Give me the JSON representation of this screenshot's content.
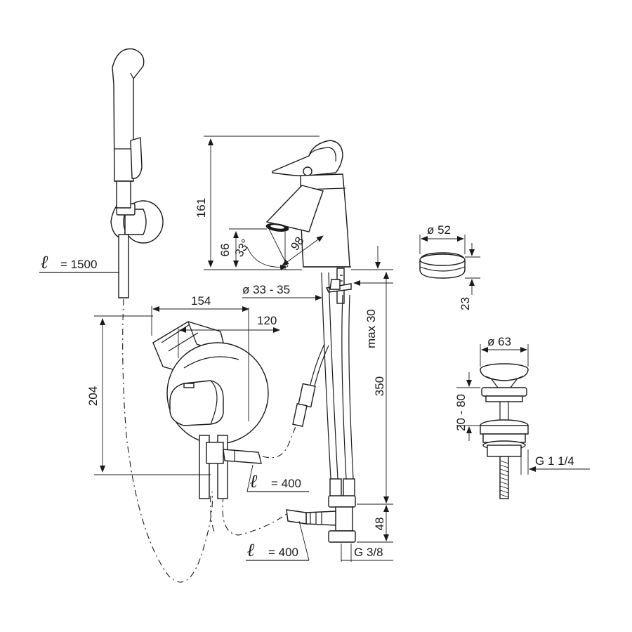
{
  "diagram": {
    "hose_length_label": {
      "symbol": "ℓ",
      "value": "= 1500"
    },
    "connection_length_label_1": {
      "symbol": "ℓ",
      "value": "= 400"
    },
    "connection_length_label_2": {
      "symbol": "ℓ",
      "value": "= 400"
    },
    "dimensions": {
      "faucet_height": "161",
      "spout_height": "66",
      "spout_angle": "33°",
      "spout_reach": "98",
      "hole_diameter": "ø 33 - 35",
      "max_deck_thickness": "max 30",
      "hose_length_vertical": "350",
      "valve_height": "48",
      "valve_thread": "G 3/8",
      "thermostat_width": "154",
      "thermostat_depth": "120",
      "thermostat_height": "204",
      "cap_diameter": "ø 52",
      "cap_height": "23",
      "waste_diameter": "ø 63",
      "waste_range": "20 - 80",
      "waste_thread": "G 1 1/4"
    },
    "icons": [
      "hand-shower-icon",
      "basin-mixer-icon",
      "thermostat-icon",
      "cap-icon",
      "pop-up-waste-icon",
      "angle-valve-icon"
    ]
  }
}
